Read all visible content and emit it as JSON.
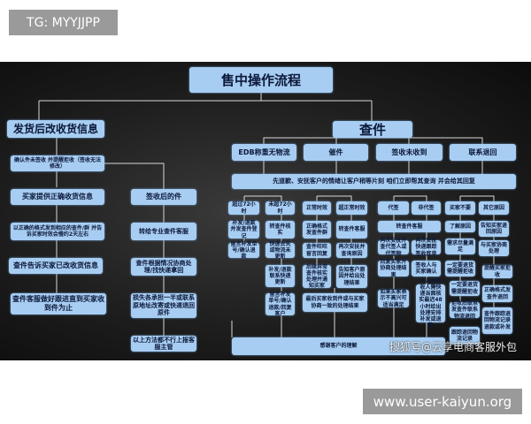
{
  "header_tag": "TG: MYYJJPP",
  "footer_site": "www.user-kaiyun.org",
  "watermark": "搜狐号@云享电商客服外包",
  "colors": {
    "box_fill": "#a7cdf2",
    "box_text": "#0c1838",
    "background": "#1e1e1e"
  },
  "nodes": {
    "title": "售中操作流程",
    "left_root": "发货后改收货信息",
    "left_confirm": "确认件未签收 并提醒拒收（签收无法修改）",
    "left_buyer_info": "买家提供正确收货信息",
    "left_send_group": "以正确的格式发到相应的查件/群 并告诉买家时效会慢约2天左右",
    "left_tell_buyer": "查件告诉买家已改收货信息",
    "left_follow": "查件客服做好跟进直到买家收到件为止",
    "signed": "签收后的件",
    "signed_transfer": "转给专业查件客服",
    "signed_negotiate": "查件根据情况协商处理/找快递拿回",
    "signed_loss": "损失各承担一半或联系原地址改寄或快递退回原件",
    "signed_escalate": "以上方法都不行上报客服主管",
    "check_root": "查件",
    "edb": "EDB称重无物流",
    "urge": "催件",
    "signed_not_received": "签收未收到",
    "contact_return": "联系退回",
    "apologize": "先道歉、安抚客户的情绪让客户稍等片刻 咱们立即帮其查询 并会给其回复",
    "edb_over72": "超过72小时",
    "edb_reship_register": "补发/退款并发查件登记",
    "edb_msg1": "留言补发单号/确认退款",
    "edb_under72": "未超72小时",
    "edb_transfer": "转查件核实",
    "edb_lost": "快递丢失或物流未更新",
    "edb_reship_contact": "补发/退款联系快递更新",
    "edb_msg2": "留言补发单号/确认退款/回复客户",
    "urge_normal": "正常时效",
    "urge_send_group": "正确格式发查件群",
    "urge_ww": "查件旺旺留言回复",
    "urge_follow": "后续异常查件核实处理并通知买家",
    "urge_over": "超正常时效",
    "urge_transfer": "转查件客服",
    "urge_soothe": "再次安抚并查询原因",
    "urge_inform": "告知客户原因并给出处理结果",
    "urge_final": "最后买家收到件或与买家协商一致的处理结果",
    "sn_proxy": "代签",
    "sn_nonproxy": "非代签",
    "sn_transfer": "转查件客服",
    "sn_proxy_check": "再次安抚并查代签人或代签物",
    "sn_proxy_reply": "回复买家并协商处理结果",
    "sn_proxy_satisfy": "如果买家表示不高兴可适当满足",
    "sn_np_track": "再次安抚快递跟踪签收底单",
    "sn_np_confirm": "签收人与买家确认",
    "sn_np_unknown": "不认识签收人需快递当面核实最迟48小时给出处理安排补发或退款",
    "cr_not_want": "买家不要",
    "cr_reason": "了解原因",
    "cr_satisfy": "需求尽量满足",
    "cr_reject1": "一定要退货需提醒拒收",
    "cr_reject2": "一定要退货需提醒拒收",
    "cr_send_check": "拒收后联系发查件联系物流退回",
    "cr_track": "跟踪退回物流记录",
    "cr_other": "其它原因",
    "cr_inform": "告知买家退回原因",
    "cr_negotiate": "与买家协商处理",
    "cr_remind": "提醒买家拒收",
    "cr_format": "正确格式发查件退回",
    "cr_refund": "查件跟踪退回物流记录退款或补发",
    "thanks": "感谢客户的理解"
  }
}
